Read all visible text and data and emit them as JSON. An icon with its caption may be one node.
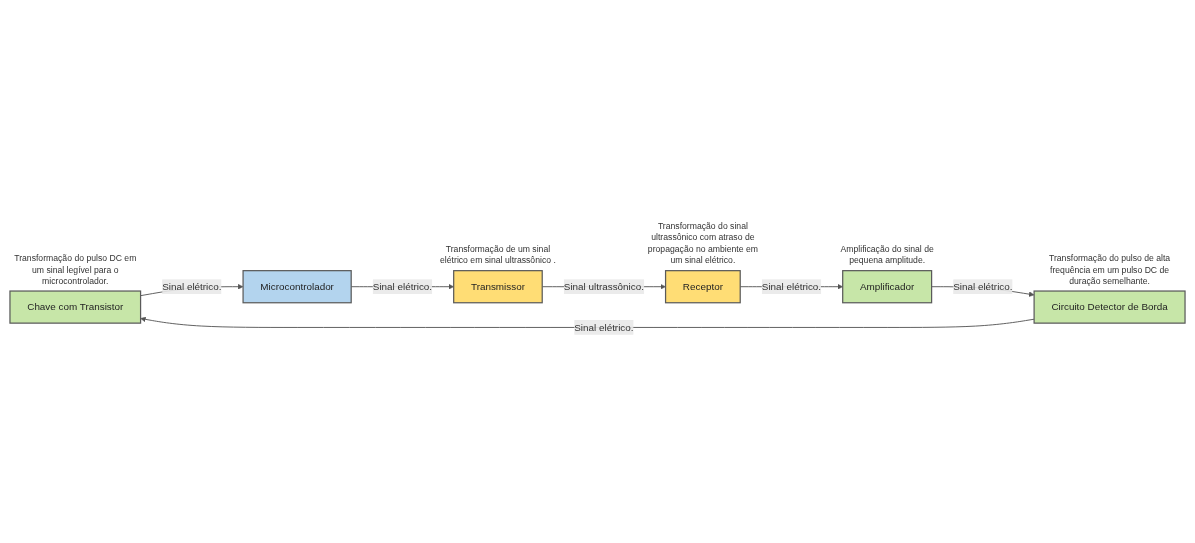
{
  "diagram": {
    "nodes": [
      {
        "text": [
          "Chave com Transistor"
        ],
        "beside": [
          "Transformação do pulso DC em um sinal legível para o microcontrolador."
        ]
      },
      {
        "text": [
          "Microcontrolador"
        ]
      },
      {
        "text": [
          "Transmissor"
        ],
        "beside": [
          "Transformação de um sinal elétrico em sinal ultrassônico ."
        ]
      },
      {
        "text": [
          "Receptor"
        ],
        "beside": [
          "Transformação do sinal ultrassônico com atraso de propagação no ambiente em um sinal elétrico."
        ]
      },
      {
        "text": [
          "Amplificador"
        ],
        "beside": [
          "Amplificação do sinal de pequena amplitude."
        ]
      },
      {
        "text": [
          "Circuito Detector de Borda"
        ],
        "beside": [
          "Transformação do pulso de alta frequência em um pulso DC de duração semelhante."
        ]
      }
    ],
    "edges": [
      {
        "from": 0,
        "to": 1,
        "arrow": "to",
        "label": "Sinal elétrico."
      },
      {
        "from": 1,
        "to": 2,
        "arrow": "to",
        "label": "Sinal elétrico."
      },
      {
        "from": 2,
        "to": 3,
        "arrow": "to",
        "label": "Sinal ultrassônico."
      },
      {
        "from": 3,
        "to": 4,
        "arrow": "to",
        "label": "Sinal elétrico."
      },
      {
        "from": 4,
        "to": 5,
        "arrow": "to",
        "label": "Sinal elétrico."
      },
      {
        "from": 5,
        "to": 0,
        "arrow": "to",
        "label": "Sinal elétrico."
      }
    ]
  }
}
